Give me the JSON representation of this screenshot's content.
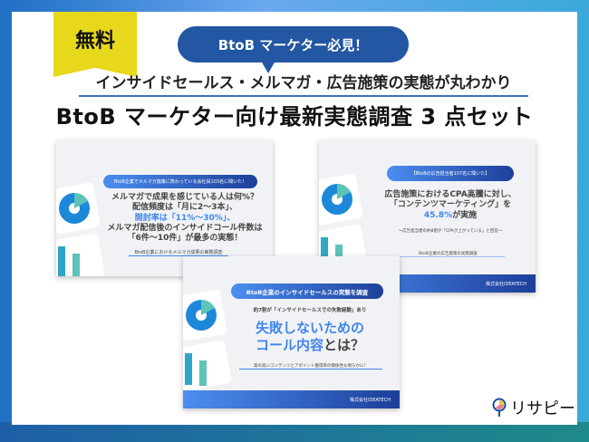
{
  "badge": "無料",
  "bubble": "BtoB マーケター必見！",
  "subtitle": "インサイドセールス・メルマガ・広告施策の実態が丸わかり",
  "title": "BtoB マーケター向け最新実態調査 3 点セット",
  "cards": [
    {
      "pill": "BtoB企業でメルマガ施策に携わっている会社員103名に聞いた！",
      "lines": [
        "メルマガで成果を感じている人は何%？",
        "配信頻度は「月に2〜3本」、",
        "開封率は「11%〜30%」、",
        "メルマガ配信後のインサイドコール件数は",
        "「6件〜10件」が最多の実態！"
      ],
      "caption": "BtoB企業におけるメルマガ成果の実態調査"
    },
    {
      "pill": "【BtoBの広告担当者107名に聞いた】",
      "lines": [
        "広告施策におけるCPA高騰に対し、",
        "「コンテンツマーケティング」を",
        "45.8%",
        "が実施"
      ],
      "note": "〜広告担当者の約8割が「CPAが上がっている」と回答〜",
      "caption": "BtoB企業の広告施策の実態調査",
      "footer": "株式会社IDEATECH"
    },
    {
      "pill": "BtoB企業のインサイドセールスの実態を調査",
      "lead": "約7割が「インサイドセールスでの失敗経験」あり",
      "lines": [
        "失敗しないための",
        "コール内容",
        "とは？"
      ],
      "caption": "質の高いコンテンツとアポイント獲得率の関係性も明らかに！",
      "footer": "株式会社IDEATECH"
    }
  ],
  "logo": "リサピー",
  "colors": {
    "accent": "#3f86ef",
    "navy": "#2356a3",
    "badge": "#e8d81c"
  }
}
